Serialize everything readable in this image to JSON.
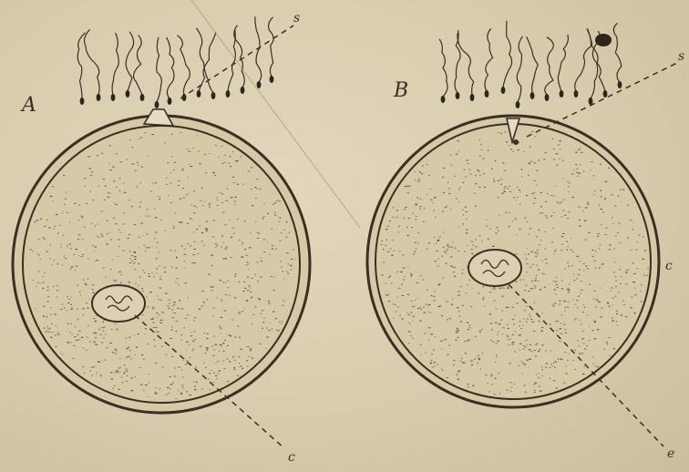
{
  "figure": {
    "panels": [
      {
        "id": "A",
        "label": "A",
        "pointer_labels": {
          "sperm": "s",
          "nucleus": "c"
        }
      },
      {
        "id": "B",
        "label": "B",
        "pointer_labels": {
          "sperm": "s",
          "membrane": "c",
          "nucleus": "e"
        }
      }
    ],
    "colors": {
      "paper": "#d9cdb0",
      "ink": "#3a2f22",
      "egg_fill": "#d6c9a8"
    }
  }
}
